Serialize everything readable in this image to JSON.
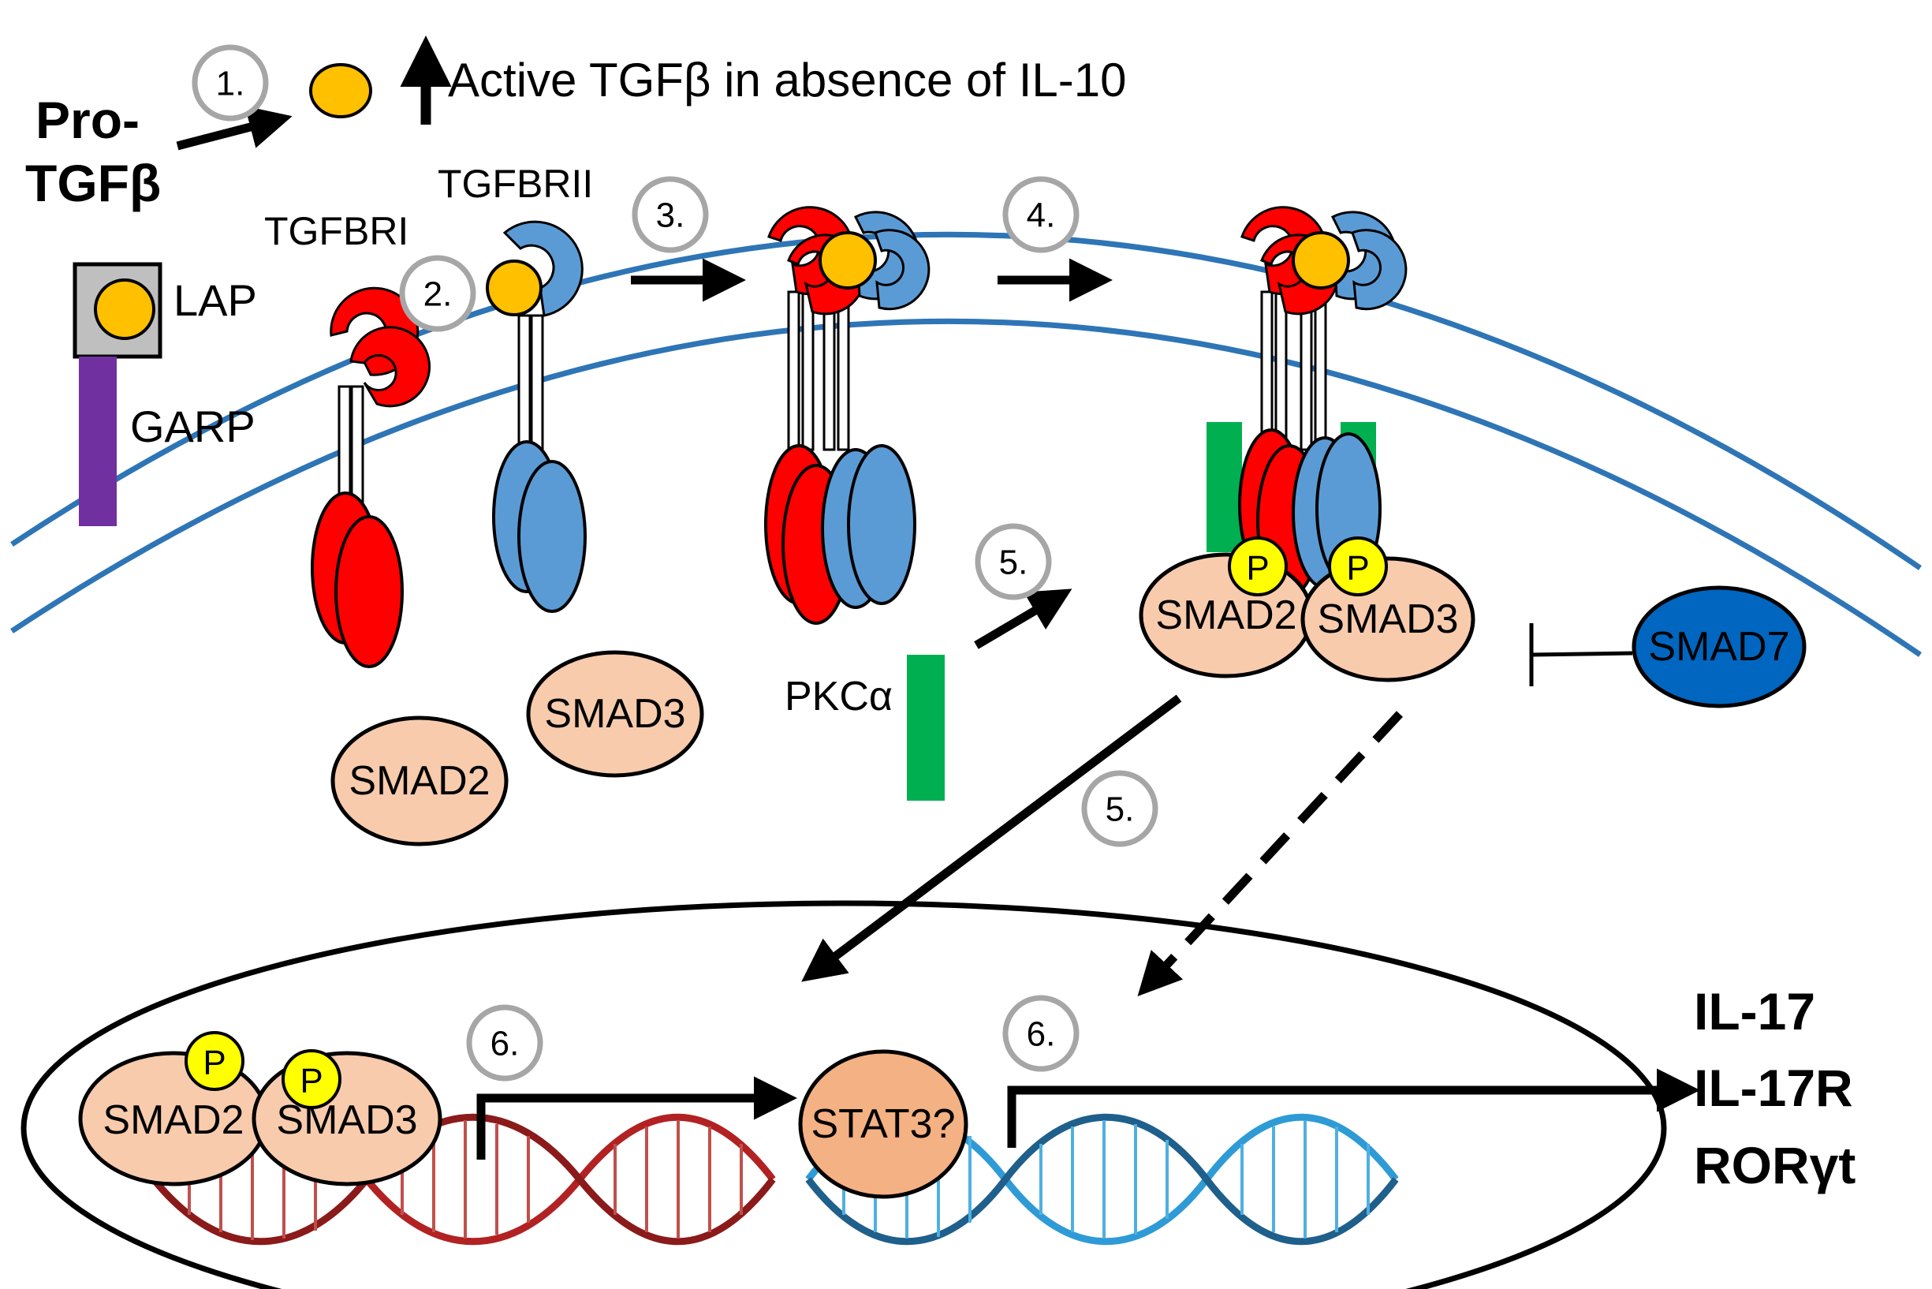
{
  "colors": {
    "ligand": "#FFC000",
    "tgfbri": "#FF0000",
    "tgfbrii": "#5B9BD5",
    "smad_fill": "#F8CBAD",
    "stat3_fill": "#F4B183",
    "pkc": "#00B050",
    "smad7": "#0066C0",
    "garp": "#7030A0",
    "lap_box": "#BFBFBF",
    "membrane": "#2E75B6",
    "phospho": "#FFFF00",
    "step_circle": "#A6A6A6",
    "dna_red": "#B22222",
    "dna_blue": "#2E9BD6"
  },
  "extracellular": {
    "pro_tgfb_line1": "Pro-",
    "pro_tgfb_line2": "TGFβ",
    "active_text": "Active TGFβ in absence of IL-10"
  },
  "labels": {
    "lap": "LAP",
    "garp": "GARP",
    "tgfbri": "TGFBRI",
    "tgfbrii": "TGFBRII",
    "pkc": "PKCα",
    "smad7": "SMAD7",
    "stat3": "STAT3?",
    "phospho": "P"
  },
  "steps": {
    "s1": "1.",
    "s2": "2.",
    "s3": "3.",
    "s4": "4.",
    "s5a": "5.",
    "s5b": "5.",
    "s6a": "6.",
    "s6b": "6."
  },
  "smads": {
    "free_smad2": "SMAD2",
    "free_smad3": "SMAD3",
    "complex_smad2": "SMAD2",
    "complex_smad3": "SMAD3",
    "nuclear_smad2": "SMAD2",
    "nuclear_smad3": "SMAD3"
  },
  "outputs": [
    "IL-17",
    "IL-17R",
    "RORγt"
  ]
}
